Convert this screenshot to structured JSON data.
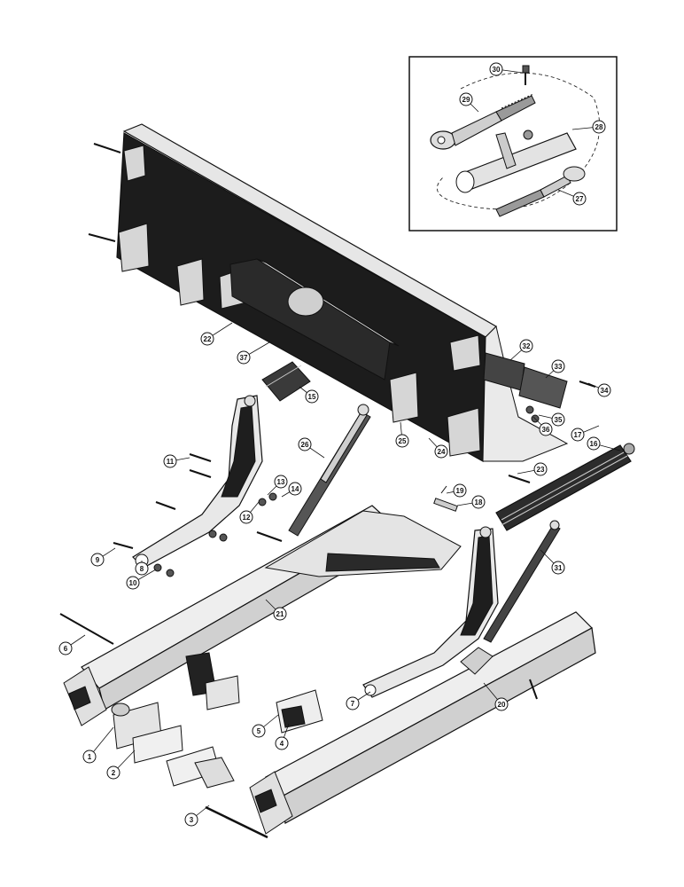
{
  "diagram": {
    "callouts": [
      "1",
      "2",
      "3",
      "4",
      "5",
      "6",
      "7",
      "8",
      "9",
      "10",
      "11",
      "12",
      "13",
      "14",
      "15",
      "16",
      "17",
      "18",
      "19",
      "20",
      "21",
      "22",
      "23",
      "24",
      "25",
      "26",
      "27",
      "28",
      "29",
      "30",
      "31",
      "32",
      "33",
      "34",
      "35",
      "36",
      "37"
    ]
  },
  "colors": {
    "ink": "#111111",
    "blade_face": "#1c1c1c",
    "metal_light": "#e6e6e6",
    "metal_mid": "#bdbdbd",
    "background": "#ffffff"
  }
}
